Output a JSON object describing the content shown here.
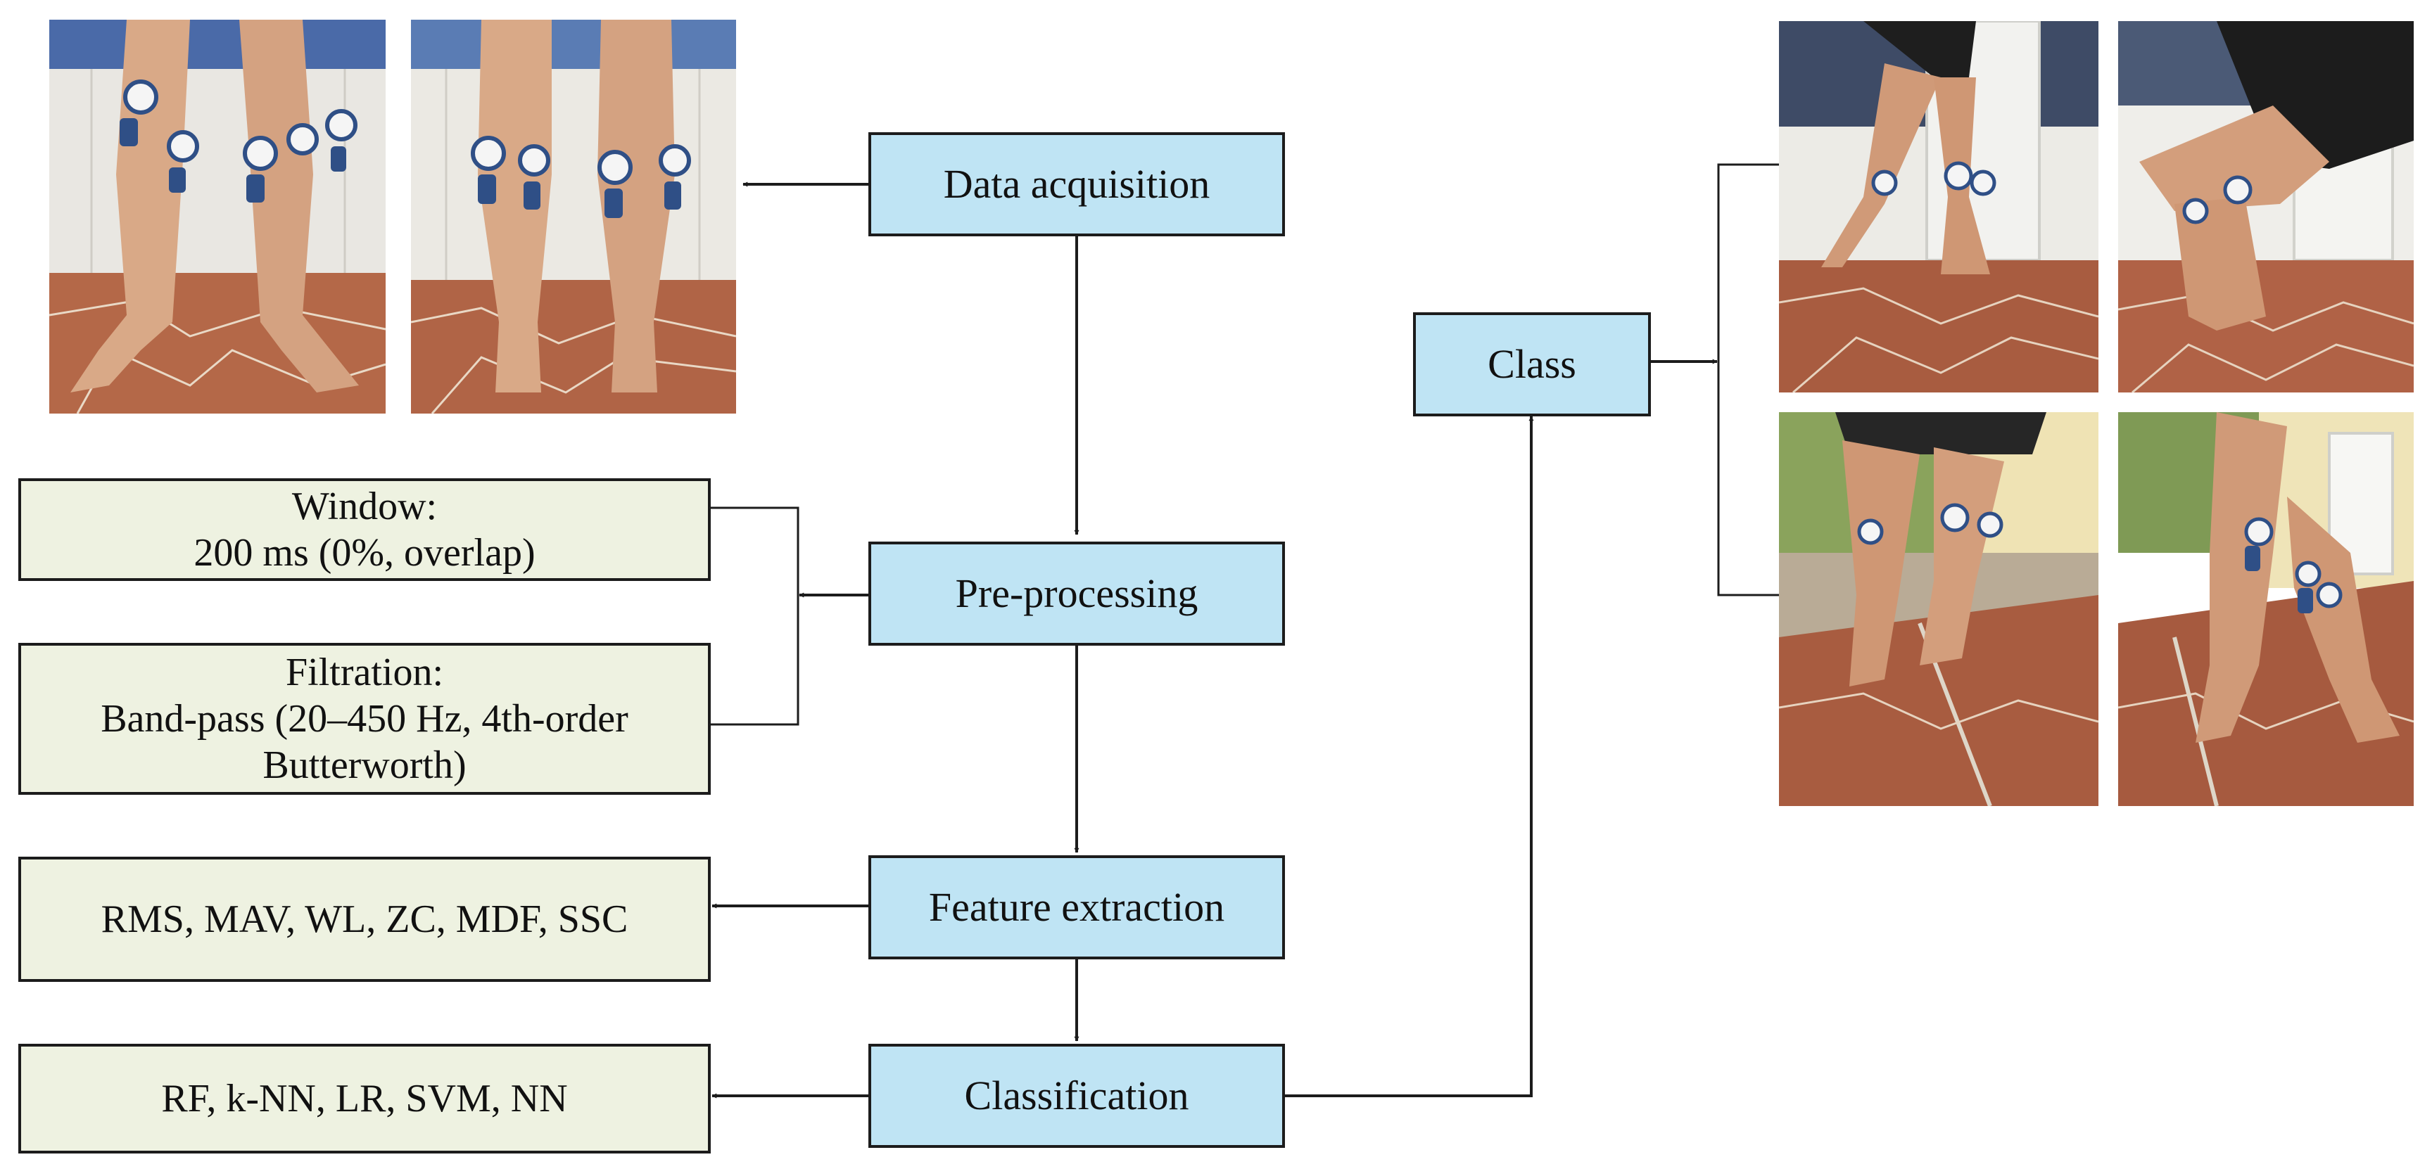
{
  "process_steps": {
    "data_acquisition": "Data acquisition",
    "pre_processing": "Pre-processing",
    "feature_extraction": "Feature extraction",
    "classification": "Classification",
    "class": "Class"
  },
  "details": {
    "window_line1": "Window:",
    "window_line2": "200 ms (0%, overlap)",
    "filtration_line1": "Filtration:",
    "filtration_line2": "Band-pass (20–450 Hz, 4th-order",
    "filtration_line3": "Butterworth)",
    "features": "RMS, MAV, WL, ZC, MDF, SSC",
    "classifiers": "RF, k-NN, LR, SVM, NN"
  },
  "colors": {
    "process_fill": "#bfe4f4",
    "detail_fill": "#eef2e1",
    "line": "#1c1c1c"
  },
  "images": {
    "acquisition_photos": [
      "front-view-legs-photo",
      "back-view-legs-photo"
    ],
    "class_photos": [
      "walking-photo",
      "squat-photo",
      "stairs-up-photo",
      "stairs-down-photo"
    ]
  }
}
